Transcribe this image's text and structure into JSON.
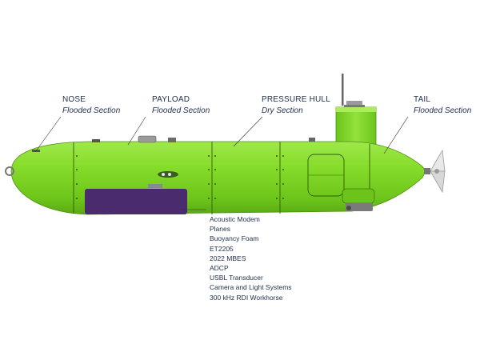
{
  "labels": {
    "nose": {
      "title": "NOSE",
      "subtitle": "Flooded Section"
    },
    "payload": {
      "title": "PAYLOAD",
      "subtitle": "Flooded Section"
    },
    "pressure_hull": {
      "title": "PRESSURE HULL",
      "subtitle": "Dry Section"
    },
    "tail": {
      "title": "TAIL",
      "subtitle": "Flooded Section"
    }
  },
  "payload_items": [
    "Acoustic Modem",
    "Planes",
    "Buoyancy Foam",
    "ET2205",
    "2022 MBES",
    "ADCP",
    "USBL Transducer",
    "Camera and Light Systems",
    "300 kHz RDI Workhorse"
  ],
  "colors": {
    "hull": "#7ed321",
    "hull_shadow": "#5fa80f",
    "panel": "#4a2b6e",
    "text": "#1f2f4a",
    "leader": "#333333"
  }
}
